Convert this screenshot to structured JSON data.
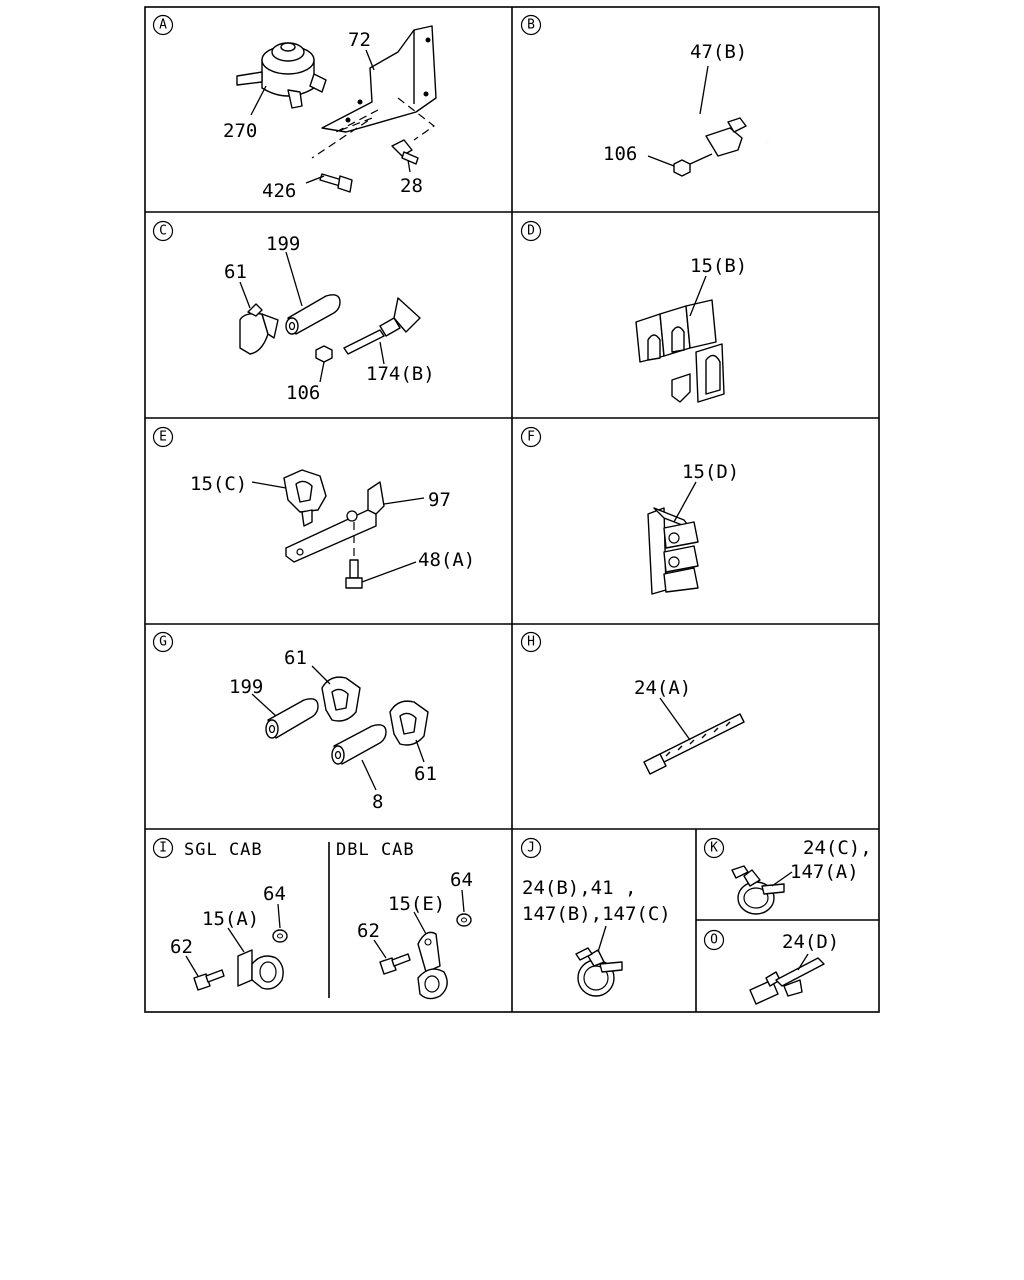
{
  "panels": [
    {
      "letter": "A",
      "labels": [
        "72",
        "270",
        "426",
        "28"
      ]
    },
    {
      "letter": "B",
      "labels": [
        "47(B)",
        "106"
      ]
    },
    {
      "letter": "C",
      "labels": [
        "199",
        "61",
        "106",
        "174(B)"
      ]
    },
    {
      "letter": "D",
      "labels": [
        "15(B)"
      ]
    },
    {
      "letter": "E",
      "labels": [
        "15(C)",
        "97",
        "48(A)"
      ]
    },
    {
      "letter": "F",
      "labels": [
        "15(D)"
      ]
    },
    {
      "letter": "G",
      "labels": [
        "61",
        "199",
        "61",
        "8"
      ]
    },
    {
      "letter": "H",
      "labels": [
        "24(A)"
      ]
    },
    {
      "letter": "I",
      "sgl_title": "SGL CAB",
      "dbl_title": "DBL CAB",
      "labels": [
        "64",
        "15(A)",
        "62",
        "64",
        "15(E)",
        "62"
      ]
    },
    {
      "letter": "J",
      "label_lines": [
        "24(B),41 ,",
        "147(B),147(C)"
      ]
    },
    {
      "letter": "K",
      "label_lines": [
        "24(C),",
        "147(A)"
      ]
    },
    {
      "letter": "O",
      "labels": [
        "24(D)"
      ]
    }
  ]
}
